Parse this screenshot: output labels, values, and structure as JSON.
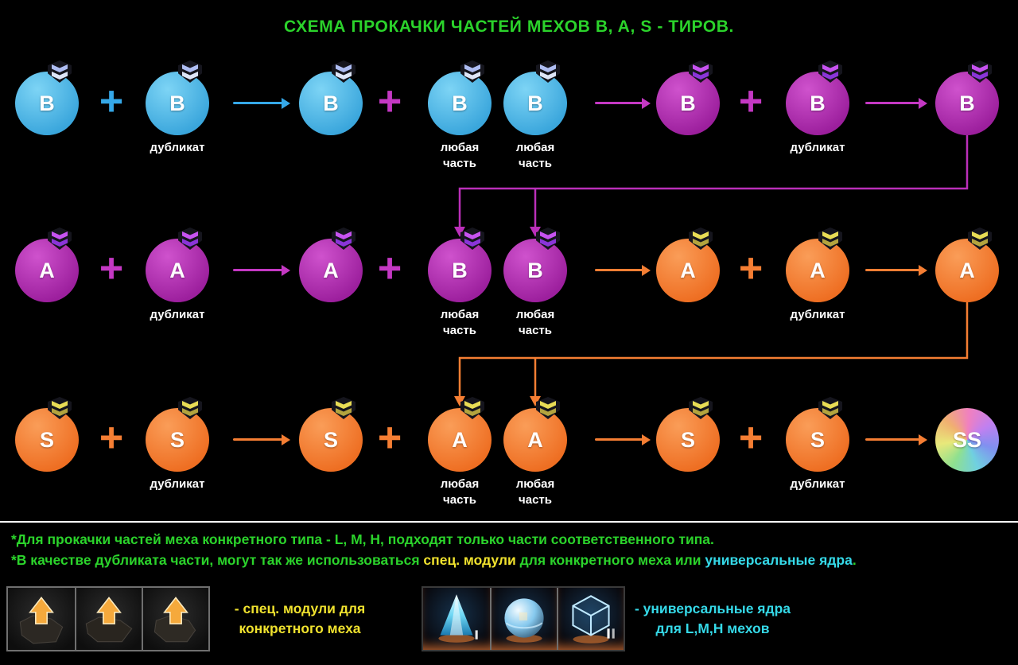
{
  "title": "СХЕМА ПРОКАЧКИ ЧАСТЕЙ МЕХОВ B, A, S - ТИРОВ.",
  "symbols": {
    "plus": "+"
  },
  "colors": {
    "title_green": "#2bd32b",
    "tier_blue": "#45b4e8",
    "tier_magenta": "#bb2fba",
    "tier_orange": "#f57e33",
    "accent_yellow": "#f0e22e",
    "accent_cyan": "#35d9e8"
  },
  "icons": {
    "rank_badge": "double-chevron-badge",
    "upgrade_arrow": "orange-up-arrow",
    "core_crystal": "cyan-crystal",
    "core_sphere": "energy-sphere",
    "core_cube": "energy-cube"
  },
  "rows": [
    {
      "tier": "B",
      "circles": [
        {
          "letter": "B"
        },
        {
          "letter": "B",
          "label": "дубликат"
        },
        {
          "letter": "B"
        },
        {
          "letter": "B",
          "label": "любая часть"
        },
        {
          "letter": "B",
          "label": "любая часть"
        },
        {
          "letter": "B"
        },
        {
          "letter": "B",
          "label": "дубликат"
        },
        {
          "letter": "B"
        }
      ]
    },
    {
      "tier": "A",
      "circles": [
        {
          "letter": "A"
        },
        {
          "letter": "A",
          "label": "дубликат"
        },
        {
          "letter": "A"
        },
        {
          "letter": "B",
          "label": "любая часть"
        },
        {
          "letter": "B",
          "label": "любая часть"
        },
        {
          "letter": "A"
        },
        {
          "letter": "A",
          "label": "дубликат"
        },
        {
          "letter": "A"
        }
      ]
    },
    {
      "tier": "S",
      "circles": [
        {
          "letter": "S"
        },
        {
          "letter": "S",
          "label": "дубликат"
        },
        {
          "letter": "S"
        },
        {
          "letter": "A",
          "label": "любая часть"
        },
        {
          "letter": "A",
          "label": "любая часть"
        },
        {
          "letter": "S"
        },
        {
          "letter": "S",
          "label": "дубликат"
        },
        {
          "letter": "SS"
        }
      ]
    }
  ],
  "footnotes": {
    "line1": "*Для прокачки частей меха конкретного типа - L, M, H, подходят только части соответственного типа.",
    "line2_part1": "*В качестве дубликата части, могут так же использоваться ",
    "line2_modules": "спец. модули",
    "line2_part2": " для конкретного меха или ",
    "line2_cores": "универсальные ядра",
    "line2_part3": "."
  },
  "legend": {
    "modules_caption": "- спец. модули для конкретного меха",
    "cores_caption": "- универсальные ядра для L,M,H мехов"
  }
}
